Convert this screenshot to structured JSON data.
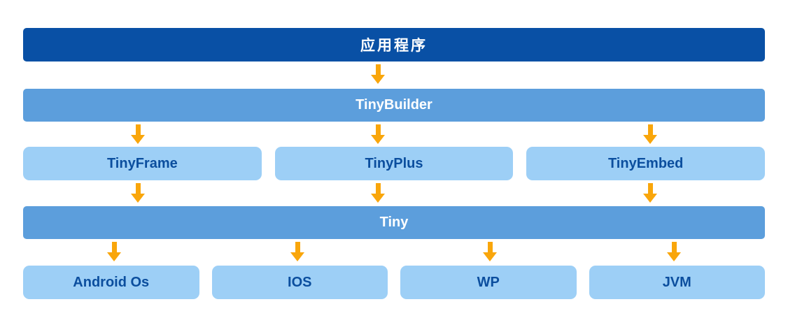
{
  "layers": {
    "application": {
      "label": "应用程序"
    },
    "tinybuilder": {
      "label": "TinyBuilder"
    },
    "tiny": {
      "label": "Tiny"
    }
  },
  "mid_boxes": [
    {
      "label": "TinyFrame"
    },
    {
      "label": "TinyPlus"
    },
    {
      "label": "TinyEmbed"
    }
  ],
  "platform_boxes": [
    {
      "label": "Android Os"
    },
    {
      "label": "IOS"
    },
    {
      "label": "WP"
    },
    {
      "label": "JVM"
    }
  ],
  "icons": {
    "down_arrow": "▼"
  },
  "colors": {
    "dark_blue": "#0950a5",
    "medium_blue": "#5c9edc",
    "light_blue": "#9dcff6",
    "arrow_orange": "#f9a60b",
    "navy_text": "#0b4e9e",
    "bar_text": "#ffffff"
  }
}
